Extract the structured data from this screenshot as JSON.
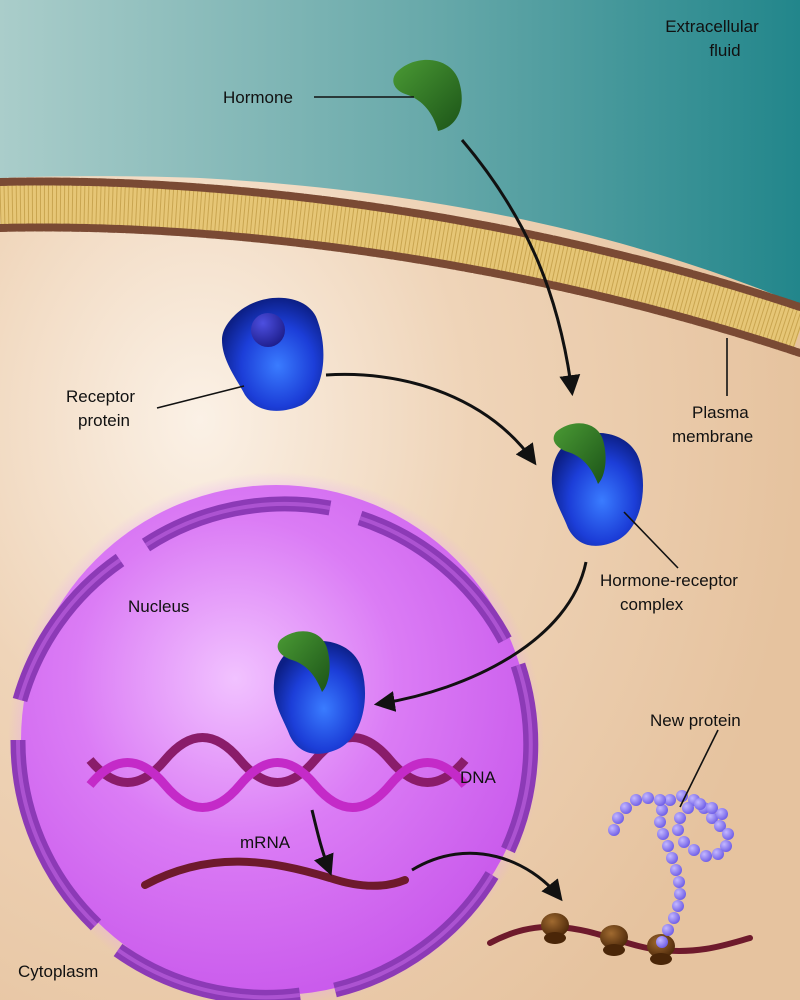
{
  "labels": {
    "extracellular_line1": "Extracellular",
    "extracellular_line2": "fluid",
    "hormone": "Hormone",
    "receptor_line1": "Receptor",
    "receptor_line2": "protein",
    "plasma_line1": "Plasma",
    "plasma_line2": "membrane",
    "complex_line1": "Hormone-receptor",
    "complex_line2": "complex",
    "nucleus": "Nucleus",
    "dna": "DNA",
    "mrna": "mRNA",
    "new_protein": "New protein",
    "cytoplasm": "Cytoplasm"
  },
  "colors": {
    "extracellular_light": "#a9cbc9",
    "extracellular_dark": "#2a8a8e",
    "cytoplasm": "#eccbac",
    "membrane_core": "#e8c977",
    "membrane_head": "#7a4a34",
    "hormone": "#2f7a26",
    "receptor": "#1f3fd8",
    "nucleus": "#d86bf2",
    "nuclear_envelope": "#8a3ab4",
    "dna_strand_a": "#c42ac8",
    "dna_strand_b": "#8a1c6a",
    "mrna": "#6e1a2c",
    "ribosome": "#6a3a12",
    "new_protein": "#8a7af2"
  }
}
